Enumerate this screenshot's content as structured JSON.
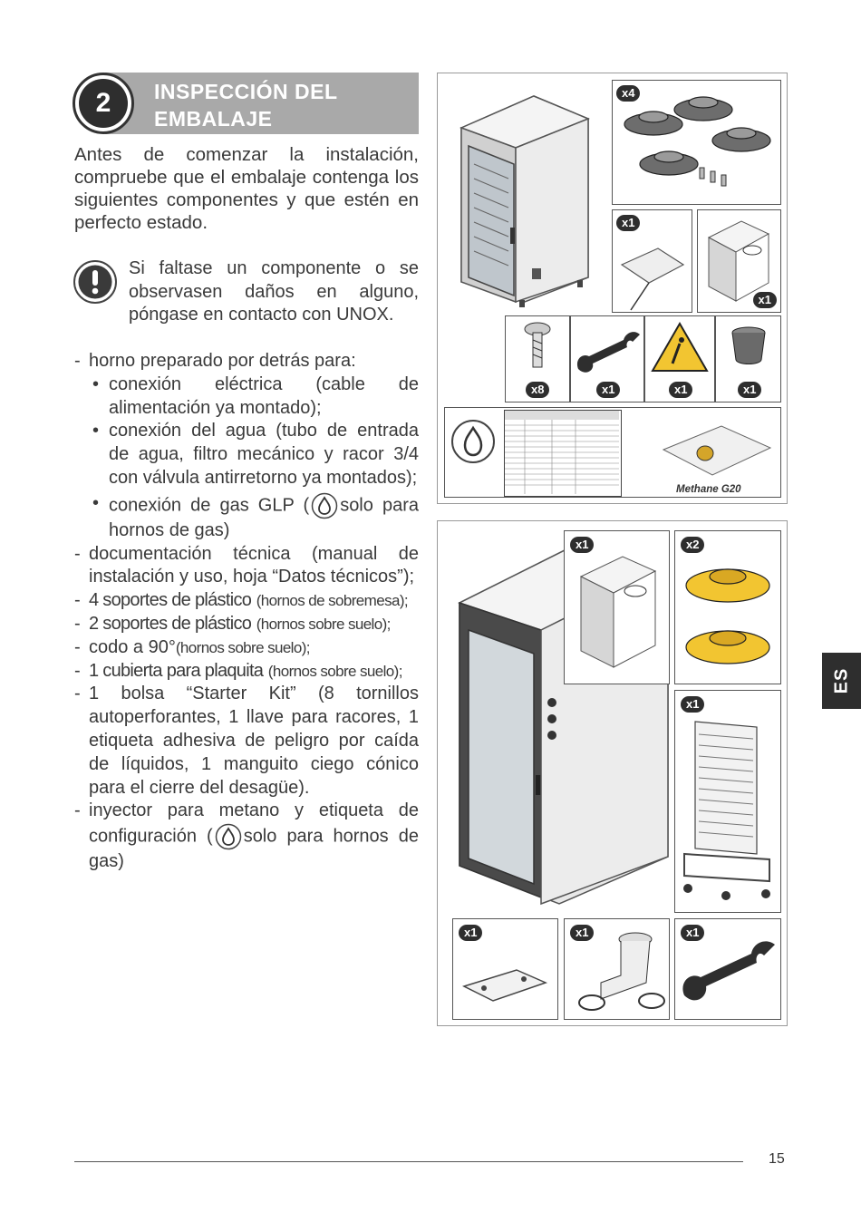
{
  "header": {
    "number": "2",
    "title_line1": "INSPECCIÓN DEL",
    "title_line2": "EMBALAJE"
  },
  "intro": "Antes de comenzar la instalación, compruebe que el embalaje contenga los siguientes componentes y que estén en perfecto estado.",
  "warning": "Si faltase un componente o se observasen daños en alguno, póngase en contacto con UNOX.",
  "list": {
    "item1": "horno preparado por detrás para:",
    "sub1": "conexión eléctrica (cable de alimentación ya montado);",
    "sub2": "conexión del agua (tubo de entrada de agua, filtro mecánico y racor 3/4 con válvula antirretorno ya montados);",
    "sub3_a": "conexión de gas GLP (",
    "sub3_b": "solo para hornos de gas)",
    "item2": "documentación técnica (manual de instalación y uso, hoja “Datos técnicos”);",
    "item3_a": "4 soportes de plástico",
    "item3_b": "(hornos de sobremesa);",
    "item4_a": "2 soportes de plástico",
    "item4_b": "(hornos sobre suelo);",
    "item5_a": "codo a 90°",
    "item5_b": "(hornos sobre suelo);",
    "item6_a": "1 cubierta para plaquita",
    "item6_b": "(hornos sobre suelo);",
    "item7": "1 bolsa “Starter Kit” (8 tornillos autoperforantes, 1 llave para racores, 1 etiqueta adhesiva de peligro por caída de líquidos, 1 manguito ciego cónico para el cierre del desagüe).",
    "item8_a": "inyector para metano y etiqueta de configuración (",
    "item8_b": "solo para hornos de gas)"
  },
  "figure1": {
    "badge_feet": "x4",
    "badge_bag": "x1",
    "badge_manual": "x1",
    "badge_screws": "x8",
    "badge_wrench": "x1",
    "badge_sign": "x1",
    "badge_cap": "x1",
    "methane_label": "Methane G20"
  },
  "figure2": {
    "badge_manual": "x1",
    "badge_feet": "x2",
    "badge_trolley": "x1",
    "badge_cover": "x1",
    "badge_elbow": "x1",
    "badge_wrench": "x1"
  },
  "side_tab": "ES",
  "page_number": "15",
  "colors": {
    "header_gray": "#a9a9a9",
    "dark": "#2e2e2e",
    "yellow": "#f2c531"
  }
}
